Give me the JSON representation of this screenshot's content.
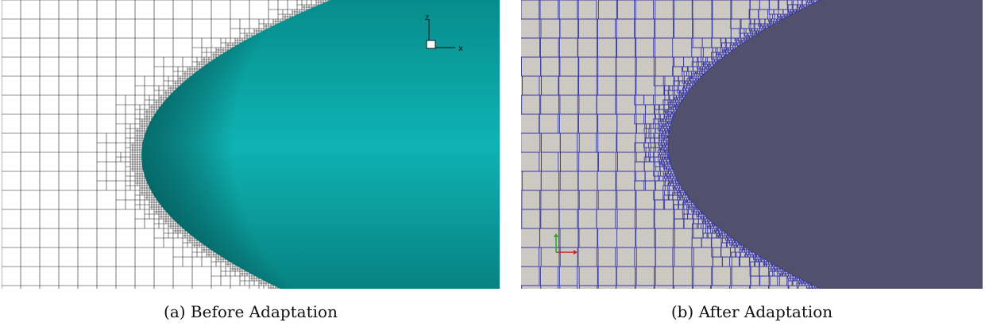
{
  "figure": {
    "panels": [
      {
        "id": "a",
        "caption": "(a) Before Adaptation",
        "body_color": "#0aa5a5",
        "background": "#ffffff",
        "grid_color": "#222222",
        "orientation_widget": {
          "labels": [
            "z",
            "x"
          ]
        }
      },
      {
        "id": "b",
        "caption": "(b) After Adaptation",
        "body_color": "#52506d",
        "background": "#ccc8c2",
        "grid_color": "#3a3aa0",
        "orientation_widget": {
          "axis_colors": [
            "#cc2222",
            "#22aa22"
          ]
        }
      }
    ]
  }
}
